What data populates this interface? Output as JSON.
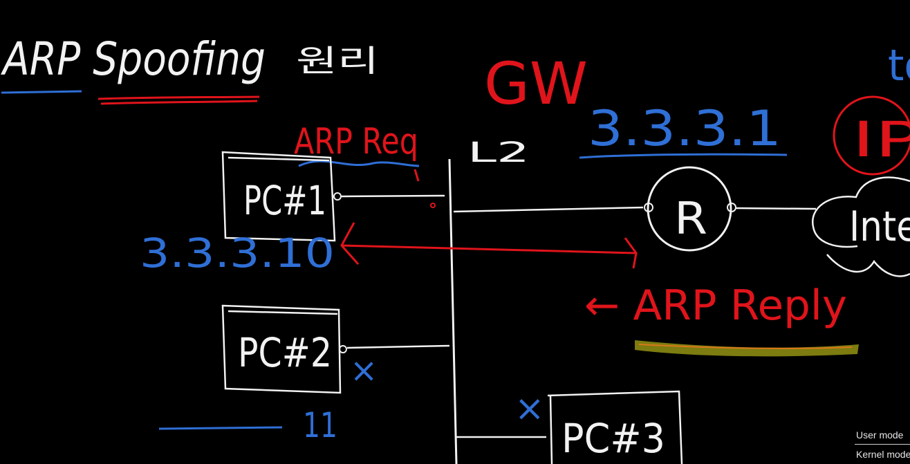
{
  "title": {
    "text": "ARP Spoofing",
    "suffix": "원리"
  },
  "labels": {
    "arp_request": "ARP Req",
    "arp_reply": "← ARP Reply",
    "switch": "L2",
    "gateway": "GW",
    "gateway_ip": "3.3.3.1",
    "pc1_ip": "3.3.3.10",
    "partial_top_right": "to",
    "partial_circle": "IP",
    "router": "R",
    "internet": "Inte",
    "pc2_mark": "×",
    "pc3_mark": "×",
    "pc2_ip_fragment": "11"
  },
  "devices": [
    {
      "name": "PC#1"
    },
    {
      "name": "PC#2"
    },
    {
      "name": "PC#3"
    }
  ],
  "status": {
    "user_mode": "User mode",
    "kernel_mode": "Kernel mode"
  },
  "colors": {
    "background": "#000000",
    "white": "#f2f2f2",
    "red": "#e0141b",
    "blue": "#2f6fd6",
    "highlight": "#8a8a12"
  }
}
